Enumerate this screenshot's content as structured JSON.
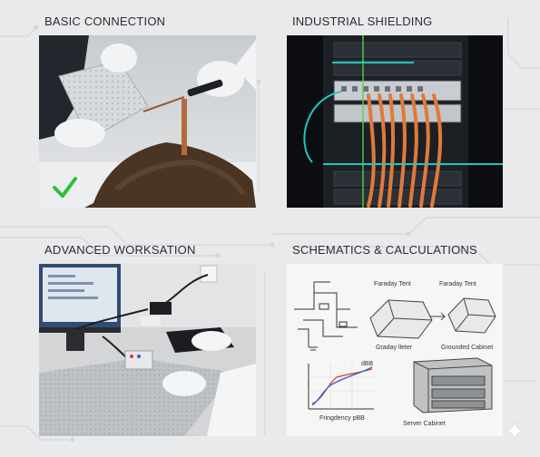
{
  "panels": [
    {
      "title": "BASIC CONNECTION"
    },
    {
      "title": "INDUSTRIAL SHIELDING"
    },
    {
      "title": "ADVANCED WORKSATION"
    },
    {
      "title": "SCHEMATICS & CALCULATIONS"
    }
  ],
  "schematic": {
    "label_faraday_tent_1": "Faraday Tent",
    "label_faraday_tent_2": "Faraday Tent",
    "label_graday_lleter": "Graday lleter",
    "label_grounded_cabinet": "Grounded Cabinet",
    "label_dbb": "dBB",
    "label_fringdency": "Fringdency pBB",
    "label_server_cabinet": "Server Cabinet"
  },
  "colors": {
    "background": "#e9eaec",
    "check_green": "#2fbf3a",
    "cable_orange": "#e07a3a",
    "accent_cyan": "#1fc7c0",
    "laser_green": "#4cd94c",
    "chart_red": "#d94040",
    "chart_blue": "#3a5fcf"
  },
  "icons": [
    "checkmark-icon",
    "sparkle-icon"
  ]
}
